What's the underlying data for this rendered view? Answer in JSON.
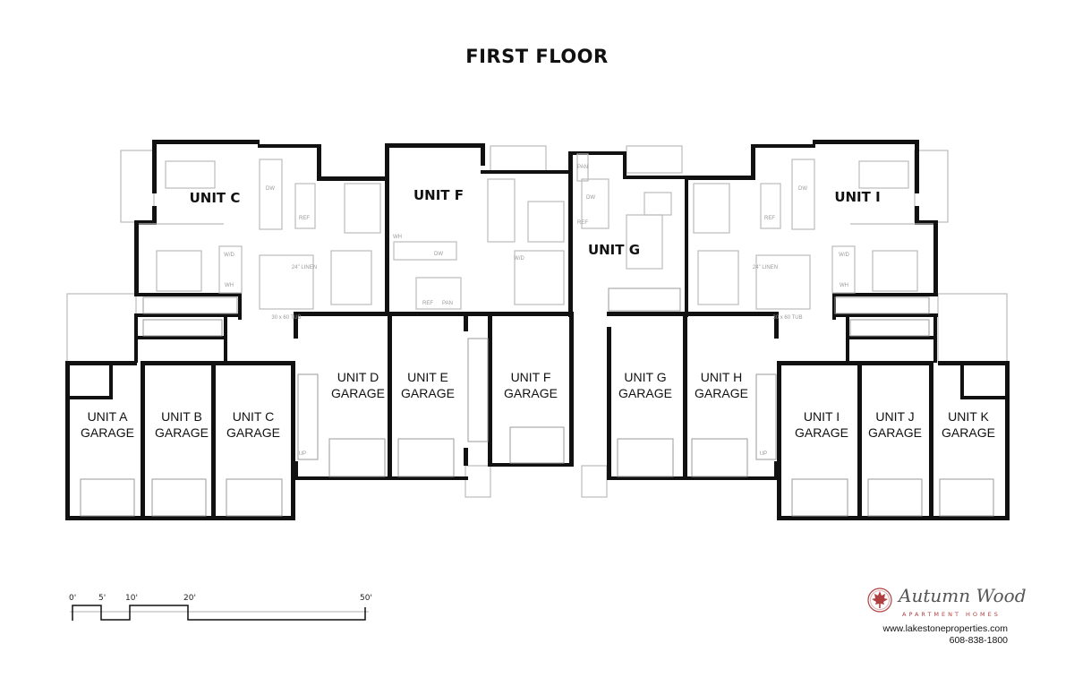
{
  "title": "FIRST FLOOR",
  "units": [
    "UNIT C",
    "UNIT F",
    "UNIT G",
    "UNIT I"
  ],
  "garages_upper": [
    {
      "unit": "UNIT D",
      "label": "GARAGE"
    },
    {
      "unit": "UNIT E",
      "label": "GARAGE"
    },
    {
      "unit": "UNIT F",
      "label": "GARAGE"
    },
    {
      "unit": "UNIT G",
      "label": "GARAGE"
    },
    {
      "unit": "UNIT H",
      "label": "GARAGE"
    }
  ],
  "garages_lower": [
    {
      "unit": "UNIT A",
      "label": "GARAGE"
    },
    {
      "unit": "UNIT B",
      "label": "GARAGE"
    },
    {
      "unit": "UNIT C",
      "label": "GARAGE"
    },
    {
      "unit": "UNIT I",
      "label": "GARAGE"
    },
    {
      "unit": "UNIT J",
      "label": "GARAGE"
    },
    {
      "unit": "UNIT K",
      "label": "GARAGE"
    }
  ],
  "fixtures": {
    "dw": "DW",
    "ref": "REF",
    "wd": "W/D",
    "wh": "WH",
    "pan": "PAN",
    "linen": "24\" LINEN",
    "tub": "30 x 60 TUB",
    "up": "UP"
  },
  "scale": {
    "ticks": [
      "0'",
      "5'",
      "10'",
      "20'",
      "50'"
    ]
  },
  "logo": {
    "name": "Autumn Wood",
    "subtitle": "APARTMENT HOMES",
    "website": "www.lakestoneproperties.com",
    "phone": "608-838-1800",
    "brand_color": "#b04040"
  }
}
